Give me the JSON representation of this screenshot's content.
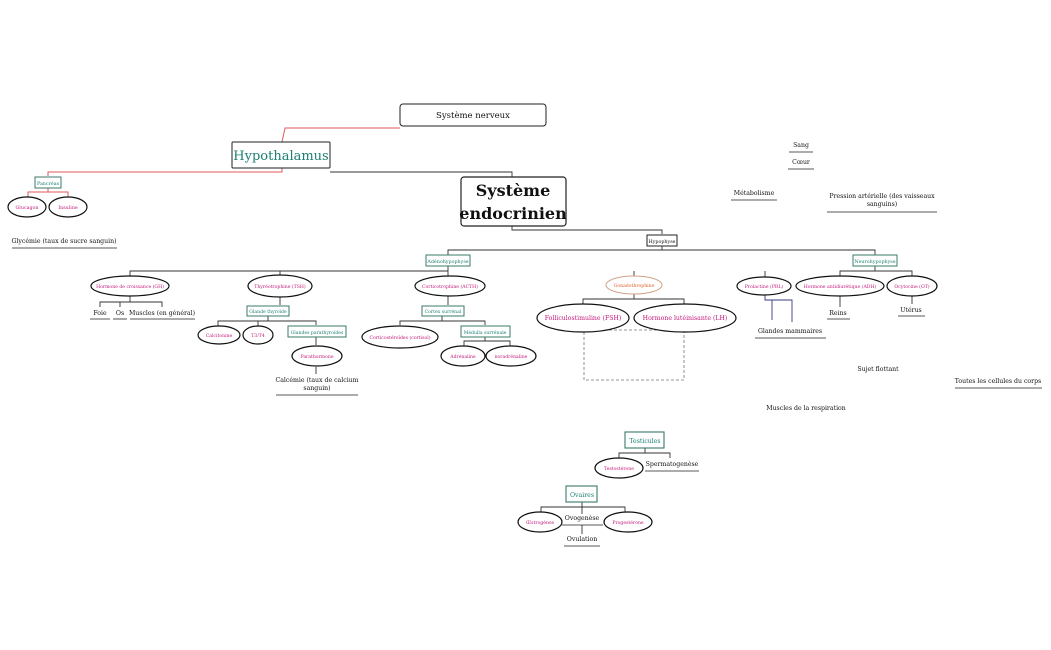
{
  "nodes": {
    "systeme_nerveux": "Système nerveux",
    "hypothalamus": "Hypothalamus",
    "systeme_endocrinien_1": "Système",
    "systeme_endocrinien_2": "endocrinien",
    "pancreas": "Pancréas",
    "glucagon": "Glucagon",
    "insuline": "Insuline",
    "glycemie": "Glycémie (taux de sucre sanguin)",
    "hypophyse": "Hypophyse",
    "adenohypophyse": "Adénohypophyse",
    "neurohypophyse": "Neurohypophyse",
    "gh": "Hormone de croissance (GH)",
    "tsh": "Thyréotrophine (TSH)",
    "acth": "Corticotrophine (ACTH)",
    "gonadotrophine": "Gonadothrophine",
    "prl": "Prolactine (PRL)",
    "adh": "Hormone antidiurétique (ADH)",
    "ot": "Ocytocine (OT)",
    "foie": "Foie",
    "os": "Os",
    "muscles_general": "Muscles (en général)",
    "glande_thyroide": "Glande thyroïde",
    "calcitonine": "Calcitonine",
    "t3t4": "T3/T4",
    "glandes_parathyroides": "Glandes parathyroïdes",
    "parathormone": "Parathormone",
    "calcemie_1": "Calcémie (taux de calcium",
    "calcemie_2": "sanguin)",
    "cortex_surrenal": "Cortex surrénal",
    "medulla_surrenale": "Médulla surrénale",
    "corticosteroides": "Corticostéroïdes (cortisol)",
    "adrenaline": "Adrénaline",
    "noradrenaline": "noradrénaline",
    "fsh": "Folliculostimuline (FSH)",
    "lh": "Hormone lutéinisante (LH)",
    "glandes_mammaires": "Glandes mammaires",
    "reins": "Reins",
    "uterus": "Utérus",
    "sang": "Sang",
    "coeur": "Cœur",
    "metabolisme": "Métabolisme",
    "pression_1": "Pression artérielle (des vaisseaux",
    "pression_2": "sanguins)",
    "sujet_flottant": "Sujet flottant",
    "toutes_cellules": "Toutes les cellules du corps",
    "muscles_respiration": "Muscles de la respiration",
    "testicules": "Testicules",
    "testosterone": "Testostérone",
    "spermatogenese": "Spermatogenèse",
    "ovaires": "Ovaires",
    "oestrogenes": "Œstrogènes",
    "ovogenese": "Ovogenèse",
    "progesterone": "Progestérone",
    "ovulation": "Ovulation"
  },
  "colors": {
    "teal": "#1a7f73",
    "pink": "#c2187a",
    "orange": "#e0602a",
    "red_line": "#e25a5a"
  }
}
